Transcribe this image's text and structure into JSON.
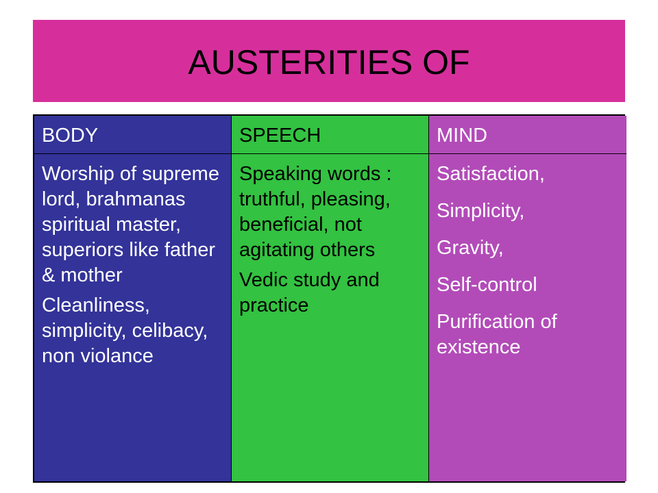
{
  "title": "AUSTERITIES OF",
  "colors": {
    "title_bg": "#d62f9c",
    "body_col": "#333399",
    "speech_col": "#33c241",
    "mind_col": "#b24bb8"
  },
  "columns": {
    "body": {
      "header": "BODY",
      "items": [
        "Worship of supreme lord, brahmanas spiritual master, superiors like father & mother",
        "Cleanliness, simplicity, celibacy, non violance"
      ]
    },
    "speech": {
      "header": "SPEECH",
      "items": [
        "Speaking words : truthful, pleasing, beneficial, not agitating others",
        "Vedic study and practice"
      ]
    },
    "mind": {
      "header": "MIND",
      "items": [
        "Satisfaction,",
        "Simplicity,",
        "Gravity,",
        "Self-control",
        "Purification of existence"
      ]
    }
  }
}
